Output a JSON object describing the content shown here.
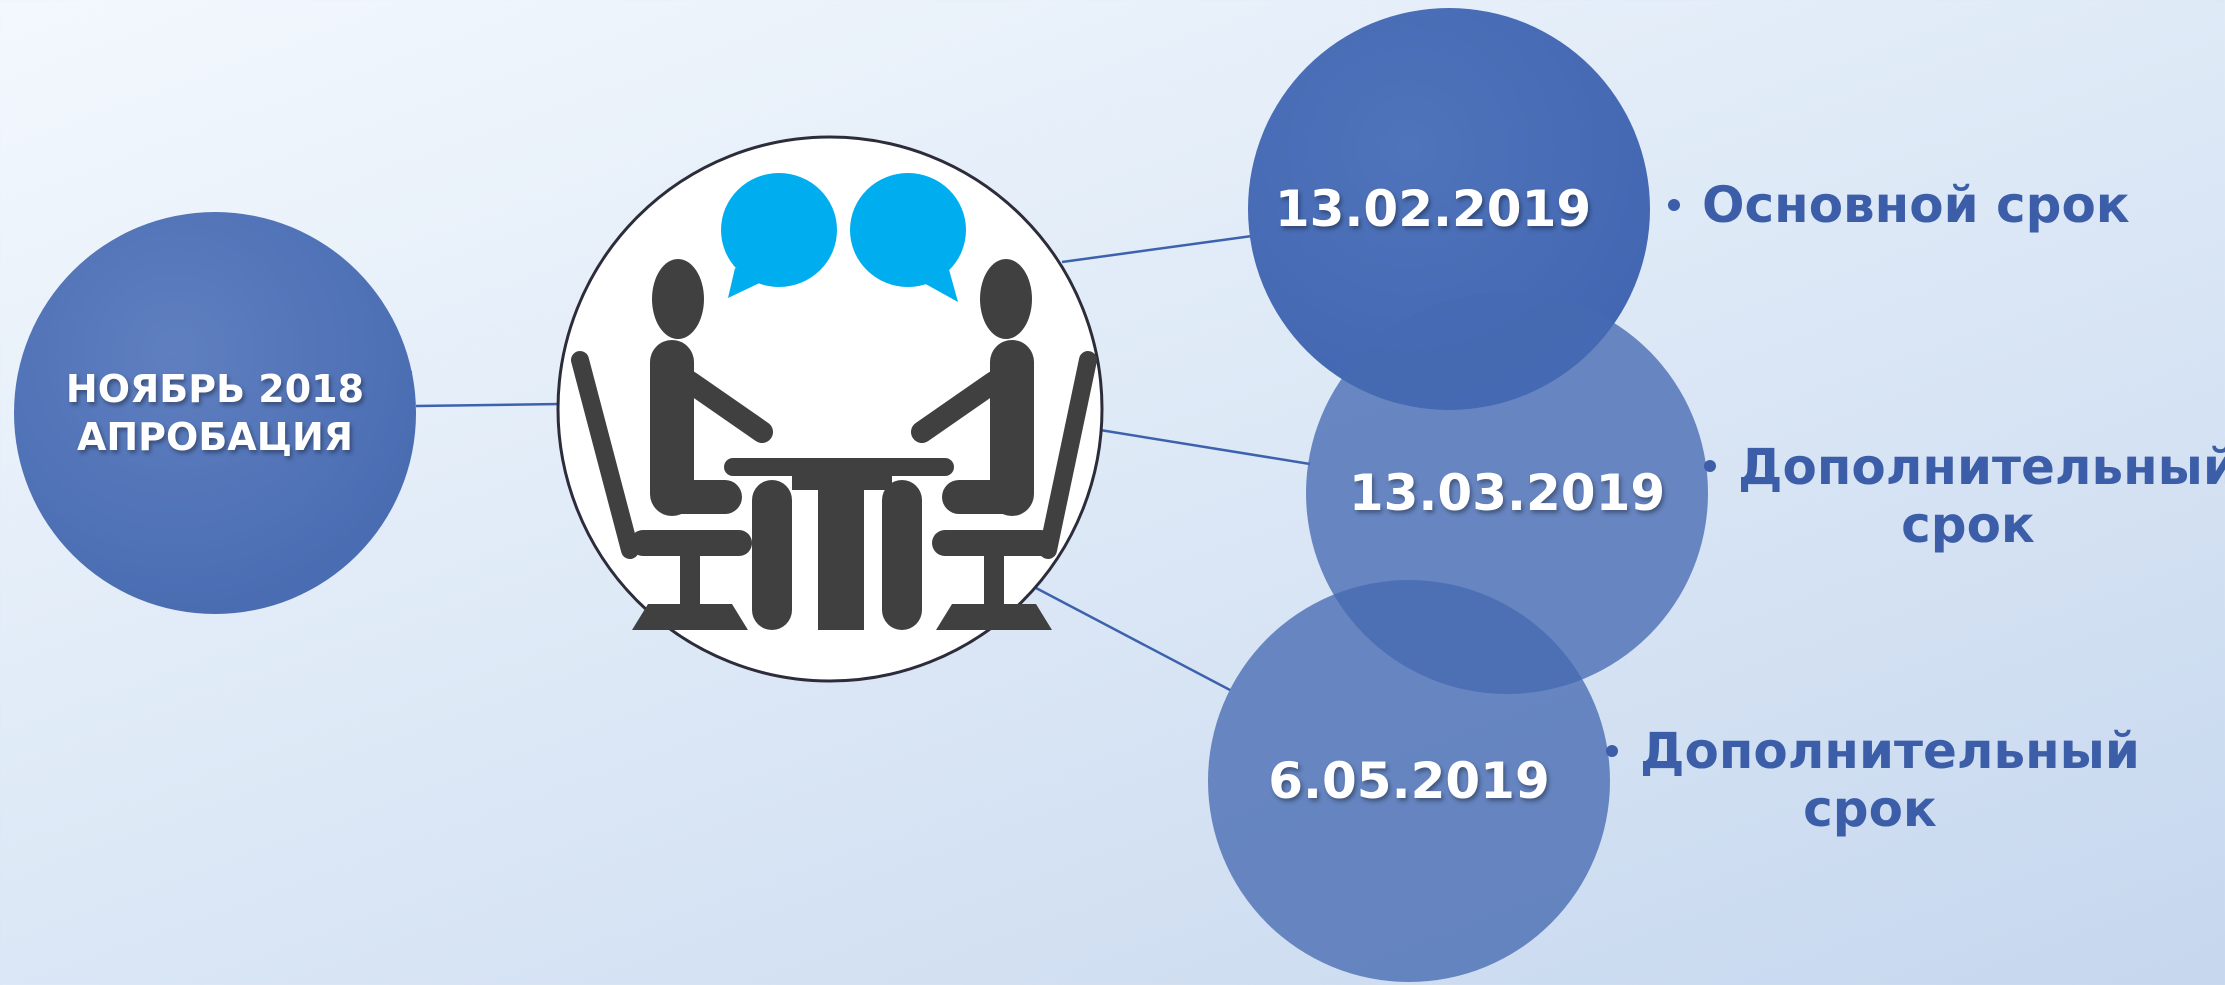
{
  "left_node": {
    "line1": "НОЯБРЬ 2018",
    "line2": "АПРОБАЦИЯ"
  },
  "dates": [
    {
      "date": "13.02.2019",
      "label_lines": [
        "Основной срок"
      ]
    },
    {
      "date": "13.03.2019",
      "label_lines": [
        "Дополнительный",
        "срок"
      ]
    },
    {
      "date": "6.05.2019",
      "label_lines": [
        "Дополнительный",
        "срок"
      ]
    }
  ],
  "center_icon": "interview-people-at-table-icon",
  "colors": {
    "circle_blue": "#4266ad",
    "label_blue": "#3c5ea8",
    "speech_bubble": "#00aeef",
    "figure_gray": "#404040"
  }
}
